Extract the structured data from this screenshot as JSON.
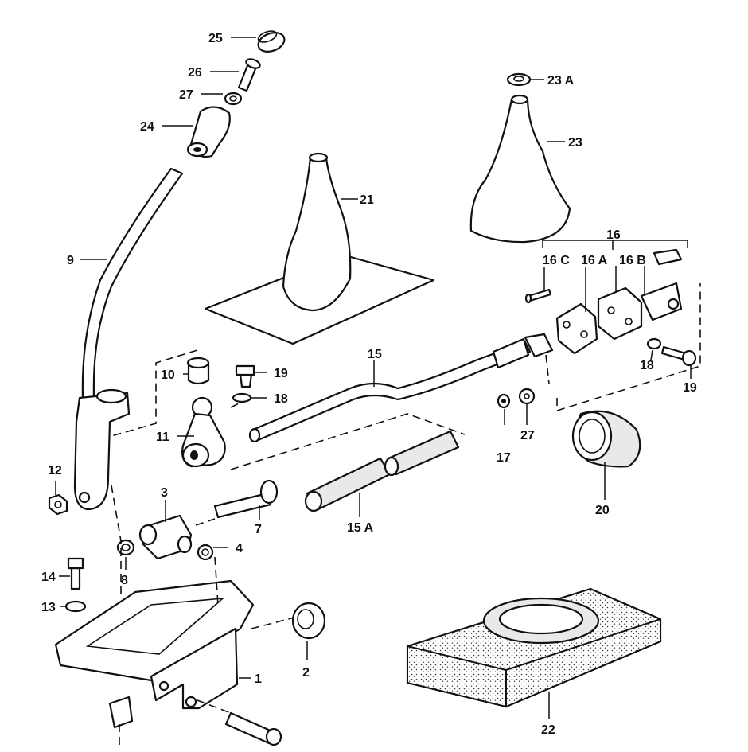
{
  "labels": {
    "p1": "1",
    "p2": "2",
    "p3": "3",
    "p4": "4",
    "p7": "7",
    "p8": "8",
    "p9": "9",
    "p10": "10",
    "p11": "11",
    "p12": "12",
    "p13": "13",
    "p14": "14",
    "p15": "15",
    "p15a": "15 A",
    "p16": "16",
    "p16a": "16 A",
    "p16b": "16 B",
    "p16c": "16 C",
    "p17": "17",
    "p18a": "18",
    "p18b": "18",
    "p19a": "19",
    "p19b": "19",
    "p20": "20",
    "p21": "21",
    "p22": "22",
    "p23": "23",
    "p23a": "23 A",
    "p24": "24",
    "p25": "25",
    "p26": "26",
    "p27a": "27",
    "p27b": "27"
  }
}
